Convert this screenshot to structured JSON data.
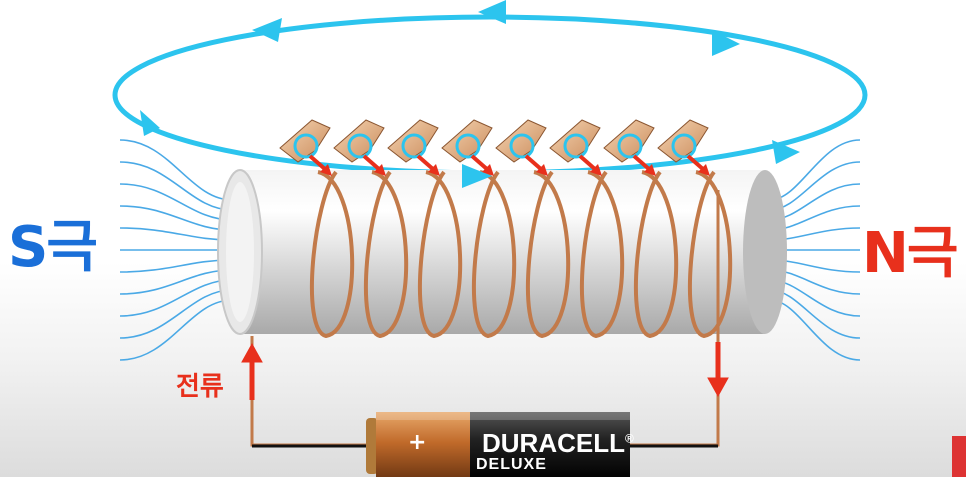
{
  "labels": {
    "s_pole": "S극",
    "n_pole": "N극",
    "current": "전류"
  },
  "battery": {
    "plus_sign": "+",
    "brand": "DURACELL",
    "registered": "®",
    "model": "DELUXE"
  },
  "colors": {
    "s_pole": "#1a6fd8",
    "n_pole": "#e8301c",
    "current": "#e8301c",
    "field_lines": "#2cc4ee",
    "end_field_lines": "#4aa9e6",
    "coil": "#c27a4a",
    "core": "#d8d8d8"
  },
  "icons": [
    "field-loop-arrow-icon",
    "hand-rule-icon",
    "current-arrow-icon",
    "battery-icon"
  ]
}
